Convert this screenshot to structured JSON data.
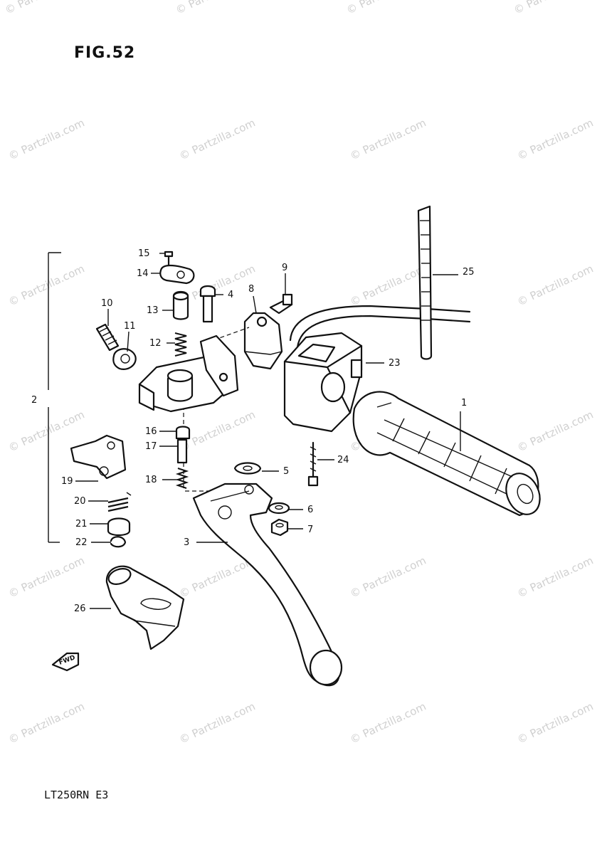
{
  "figure": {
    "title": "FIG.52",
    "model_code": "LT250RN  E3",
    "front_arrow": "FWD"
  },
  "watermark": {
    "text": "© Partzilla.com"
  },
  "callouts": [
    {
      "id": "c1",
      "number": "1"
    },
    {
      "id": "c2",
      "number": "2"
    },
    {
      "id": "c3",
      "number": "3"
    },
    {
      "id": "c4",
      "number": "4"
    },
    {
      "id": "c5",
      "number": "5"
    },
    {
      "id": "c6",
      "number": "6"
    },
    {
      "id": "c7",
      "number": "7"
    },
    {
      "id": "c8",
      "number": "8"
    },
    {
      "id": "c9",
      "number": "9"
    },
    {
      "id": "c10",
      "number": "10"
    },
    {
      "id": "c11",
      "number": "11"
    },
    {
      "id": "c12",
      "number": "12"
    },
    {
      "id": "c13",
      "number": "13"
    },
    {
      "id": "c14",
      "number": "14"
    },
    {
      "id": "c15",
      "number": "15"
    },
    {
      "id": "c16",
      "number": "16"
    },
    {
      "id": "c17",
      "number": "17"
    },
    {
      "id": "c18",
      "number": "18"
    },
    {
      "id": "c19",
      "number": "19"
    },
    {
      "id": "c20",
      "number": "20"
    },
    {
      "id": "c21",
      "number": "21"
    },
    {
      "id": "c22",
      "number": "22"
    },
    {
      "id": "c23",
      "number": "23"
    },
    {
      "id": "c24",
      "number": "24"
    },
    {
      "id": "c25",
      "number": "25"
    },
    {
      "id": "c26",
      "number": "26"
    }
  ]
}
